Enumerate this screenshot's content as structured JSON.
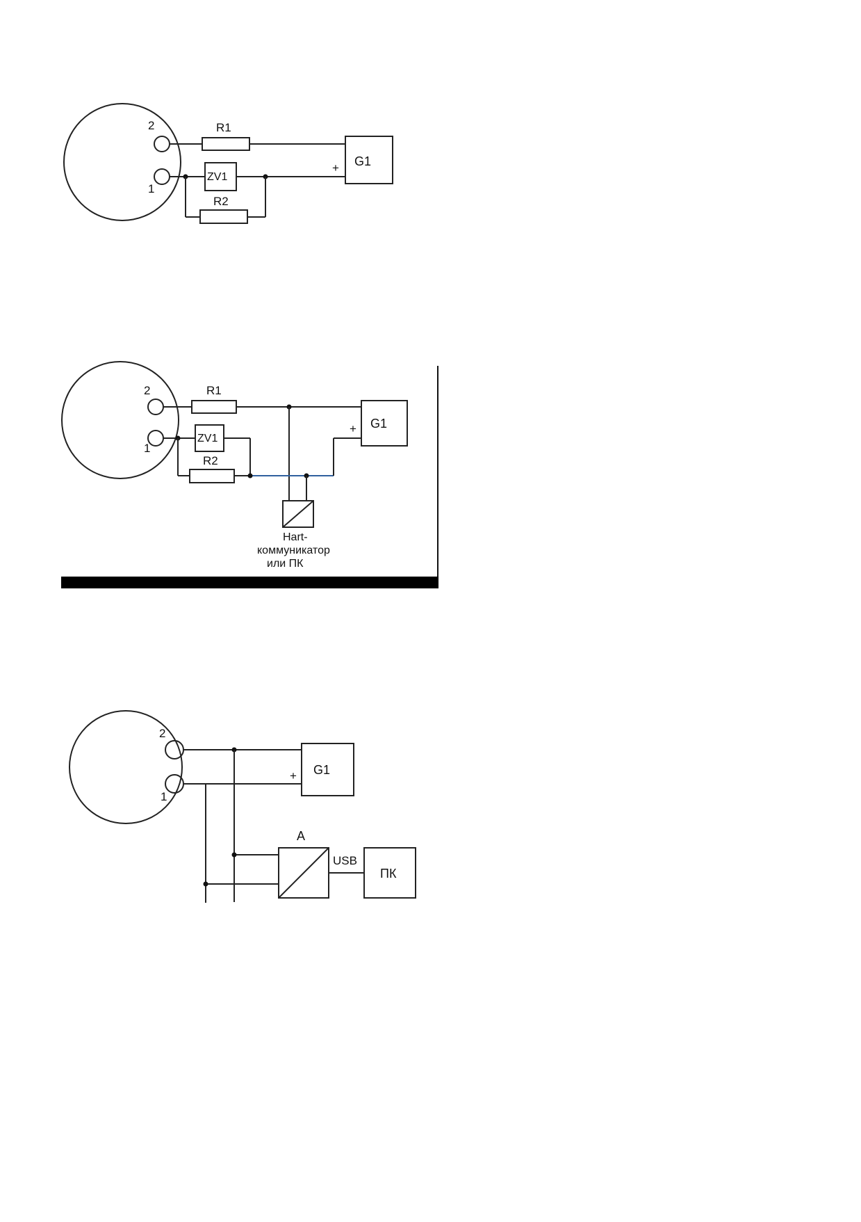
{
  "diagram1": {
    "pin2": "2",
    "pin1": "1",
    "r1": "R1",
    "zv1": "ZV1",
    "r2": "R2",
    "g1": "G1",
    "plus": "+"
  },
  "diagram2": {
    "pin2": "2",
    "pin1": "1",
    "r1": "R1",
    "zv1": "ZV1",
    "r2": "R2",
    "g1": "G1",
    "plus": "+",
    "hart_line1": "Hart-",
    "hart_line2": "коммуникатор",
    "hart_line3": "или ПК"
  },
  "diagram3": {
    "pin2": "2",
    "pin1": "1",
    "g1": "G1",
    "plus": "+",
    "a": "A",
    "usb": "USB",
    "pc": "ПК"
  }
}
